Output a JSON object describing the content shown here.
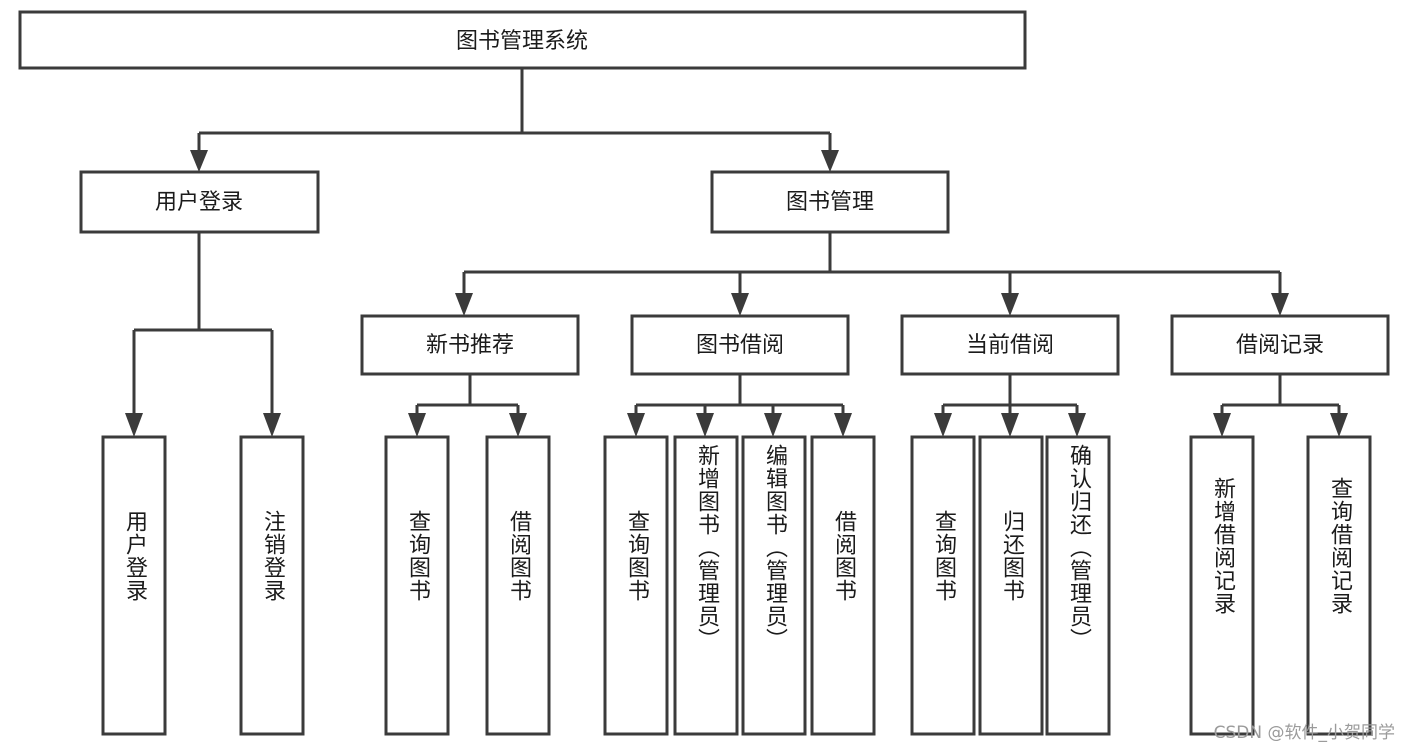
{
  "diagram": {
    "title": "图书管理系统",
    "type": "hierarchy-tree",
    "root": {
      "label": "图书管理系统"
    },
    "level2": [
      {
        "label": "用户登录"
      },
      {
        "label": "图书管理"
      }
    ],
    "level3": [
      {
        "label": "新书推荐"
      },
      {
        "label": "图书借阅"
      },
      {
        "label": "当前借阅"
      },
      {
        "label": "借阅记录"
      }
    ],
    "leaves": {
      "user_login": [
        {
          "label": "用户登录"
        },
        {
          "label": "注销登录"
        }
      ],
      "new_book": [
        {
          "label": "查询图书"
        },
        {
          "label": "借阅图书"
        }
      ],
      "book_borrow": [
        {
          "label": "查询图书"
        },
        {
          "label": "新增图书（管理员）"
        },
        {
          "label": "编辑图书（管理员）"
        },
        {
          "label": "借阅图书"
        }
      ],
      "current_borrow": [
        {
          "label": "查询图书"
        },
        {
          "label": "归还图书"
        },
        {
          "label": "确认归还（管理员）"
        }
      ],
      "borrow_record": [
        {
          "label": "新增借阅记录"
        },
        {
          "label": "查询借阅记录"
        }
      ]
    },
    "watermark": "CSDN @软件_小贺同学",
    "colors": {
      "stroke": "#3b3b3b",
      "fill": "#ffffff",
      "text": "#1b1b1b",
      "watermark": "#9b9b9b"
    }
  }
}
